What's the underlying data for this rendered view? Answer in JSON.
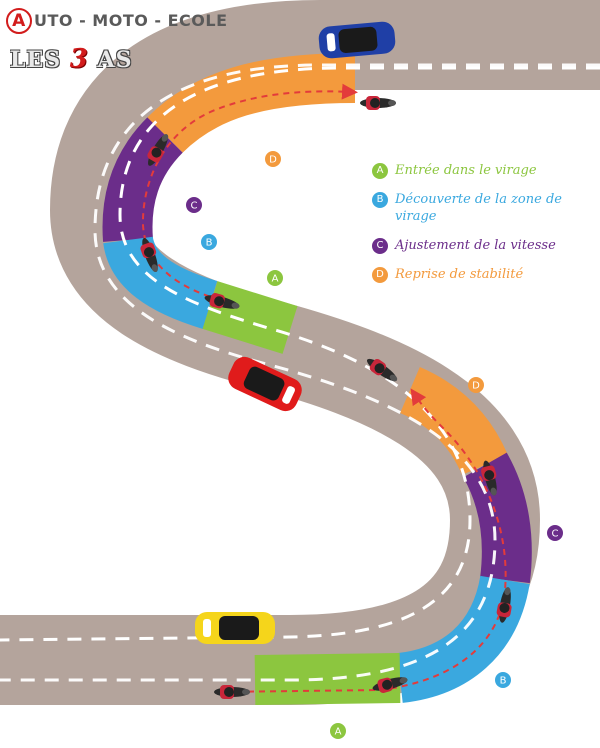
{
  "logo": {
    "line1_initial": "A",
    "line1_rest": "UTO - MOTO - ECOLE",
    "line2_pre": "LES ",
    "line2_number": "3",
    "line2_post": " AS"
  },
  "legend": [
    {
      "letter": "A",
      "text": "Entrée dans le virage",
      "color": "#8cc63f"
    },
    {
      "letter": "B",
      "text": "Découverte de la zone de virage",
      "color": "#3aa8df"
    },
    {
      "letter": "C",
      "text": "Ajustement de la vitesse",
      "color": "#6b2d8a"
    },
    {
      "letter": "D",
      "text": "Reprise de stabilité",
      "color": "#f39a3d"
    }
  ],
  "phase_markers": [
    {
      "letter": "D",
      "color": "#f39a3d"
    },
    {
      "letter": "C",
      "color": "#6b2d8a"
    },
    {
      "letter": "B",
      "color": "#3aa8df"
    },
    {
      "letter": "A",
      "color": "#8cc63f"
    },
    {
      "letter": "D",
      "color": "#f39a3d"
    },
    {
      "letter": "C",
      "color": "#6b2d8a"
    },
    {
      "letter": "B",
      "color": "#3aa8df"
    },
    {
      "letter": "A",
      "color": "#8cc63f"
    }
  ],
  "colors": {
    "road": "#b4a49c",
    "lane_marking": "#ffffff",
    "trajectory": "#e33b3b",
    "car_blue": "#1f3fa6",
    "car_red": "#e01b1b",
    "car_yellow": "#f5d51b"
  }
}
